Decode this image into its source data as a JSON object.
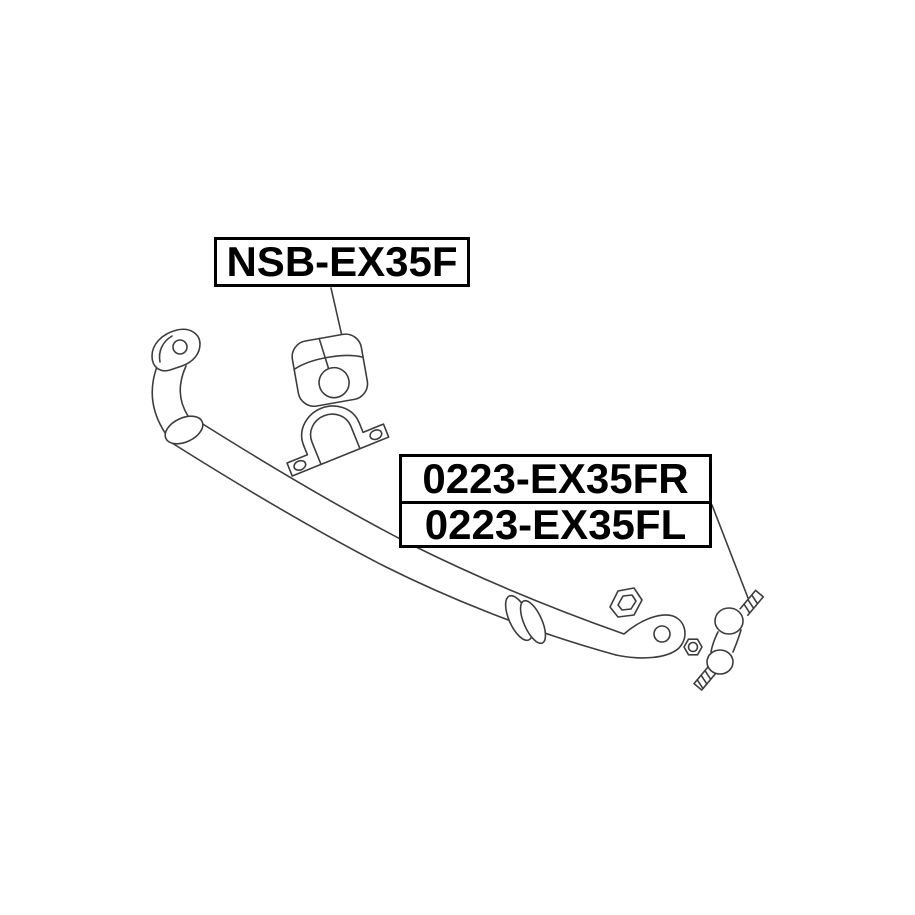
{
  "page": {
    "background_color": "#ffffff"
  },
  "diagram": {
    "description": "exploded-parts-diagram-front-stabilizer",
    "line_color": "#3d3d3d",
    "label_border_color": "#000000",
    "label_text_color": "#000000",
    "labels": {
      "bushing": "NSB-EX35F",
      "link_right": "0223-EX35FR",
      "link_left": "0223-EX35FL"
    },
    "icons": [
      "stabilizer-bar",
      "stabilizer-bushing",
      "bushing-bracket",
      "stabilizer-link",
      "nut",
      "clip",
      "leader-lines"
    ]
  }
}
